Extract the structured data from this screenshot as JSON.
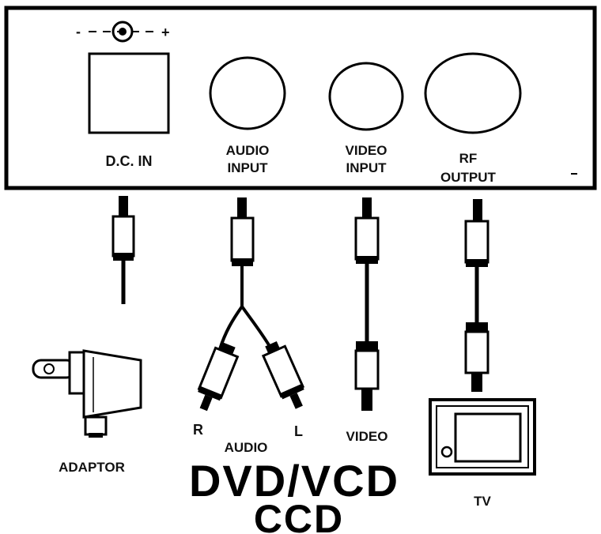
{
  "panel": {
    "polarity_minus": "-",
    "polarity_plus": "+",
    "ports": [
      {
        "id": "dc-in",
        "line1": "D.C. IN",
        "line2": ""
      },
      {
        "id": "audio-input",
        "line1": "AUDIO",
        "line2": "INPUT"
      },
      {
        "id": "video-input",
        "line1": "VIDEO",
        "line2": "INPUT"
      },
      {
        "id": "rf-output",
        "line1": "RF",
        "line2": "OUTPUT"
      }
    ]
  },
  "connections": {
    "audio_right": "R",
    "audio_left": "L",
    "audio": "AUDIO",
    "video": "VIDEO"
  },
  "devices": {
    "adaptor": "ADAPTOR",
    "tv": "TV",
    "source_line1": "DVD/VCD",
    "source_line2": "CCD"
  }
}
